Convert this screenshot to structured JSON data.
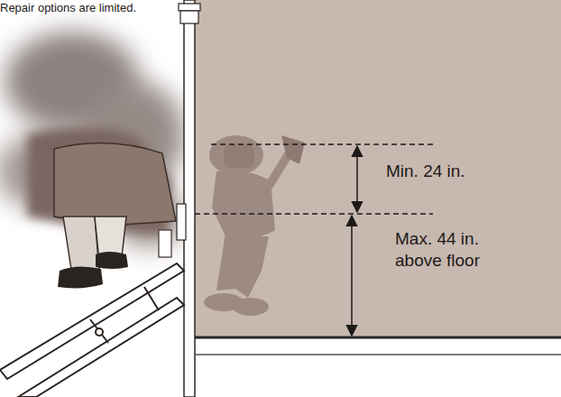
{
  "diagram": {
    "labels": [
      "Repair options are limited.",
      "Min. 24 in.",
      "Max. 44 in. above floor"
    ]
  }
}
